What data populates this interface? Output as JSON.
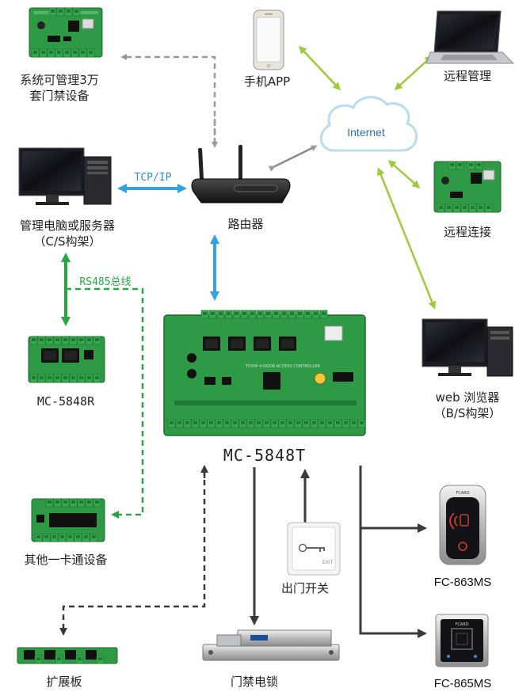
{
  "labels": {
    "phone": "手机APP",
    "internet": "Internet",
    "remote_manage": "远程管理",
    "system_line1": "系统可管理3万",
    "system_line2": "套门禁设备",
    "tcpip": "TCP/IP",
    "router": "路由器",
    "pc_line1": "管理电脑或服务器",
    "pc_line2": "（C/S构架）",
    "remote_connect": "远程连接",
    "rs485": "RS485总线",
    "mc5848r": "MC-5848R",
    "web_line1": "web 浏览器",
    "web_line2": "（B/S构架）",
    "main_board": "MC-5848T",
    "other_devices": "其他一卡通设备",
    "exit_switch": "出门开关",
    "reader1": "FC-863MS",
    "expansion": "扩展板",
    "door_lock": "门禁电锁",
    "reader2": "FC-865MS",
    "board_chip_text": "TCP/IP 4-DOOR ACCESS CONTROLLER",
    "exit_button_brand": "EXIT",
    "reader_brand": "FCARD"
  },
  "colors": {
    "board_green": "#2f9a46",
    "board_dark": "#1d6b2e",
    "terminal_green": "#37a84f",
    "arrow_gray": "#9a9a9a",
    "arrow_dark": "#3a3a3a",
    "arrow_lime": "#9ccc3c",
    "arrow_blue": "#2ea3e6",
    "arrow_green": "#27a744",
    "cloud_edge": "#b8dcf2"
  },
  "icons": [
    "controller-board-icon",
    "smartphone-icon",
    "laptop-icon",
    "cloud-icon",
    "router-icon",
    "desktop-computer-icon",
    "card-reader-icon",
    "exit-button-icon",
    "electric-lock-icon"
  ]
}
